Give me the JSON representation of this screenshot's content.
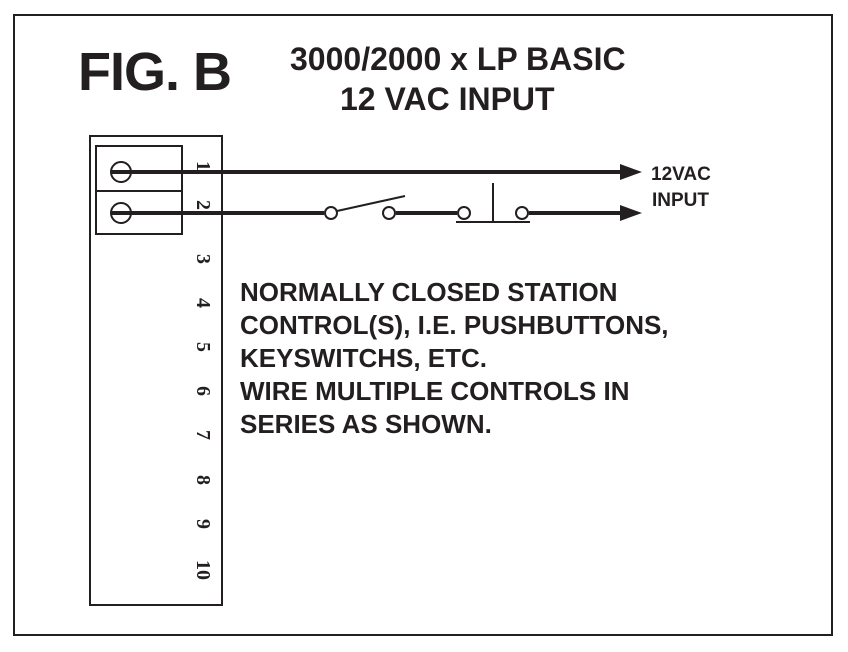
{
  "figure": {
    "label": "FIG. B",
    "title_line1": "3000/2000 x LP  BASIC",
    "title_line2": "12 VAC INPUT"
  },
  "terminal_strip": {
    "numbers": [
      "1",
      "2",
      "3",
      "4",
      "5",
      "6",
      "7",
      "8",
      "9",
      "10"
    ]
  },
  "input_label": {
    "line1": "12VAC",
    "line2": "INPUT"
  },
  "note_lines": [
    "NORMALLY CLOSED STATION",
    "CONTROL(S), I.E. PUSHBUTTONS,",
    "KEYSWITCHS, ETC.",
    "WIRE MULTIPLE CONTROLS IN",
    "SERIES AS SHOWN."
  ],
  "colors": {
    "ink": "#231f20",
    "background": "#ffffff"
  }
}
